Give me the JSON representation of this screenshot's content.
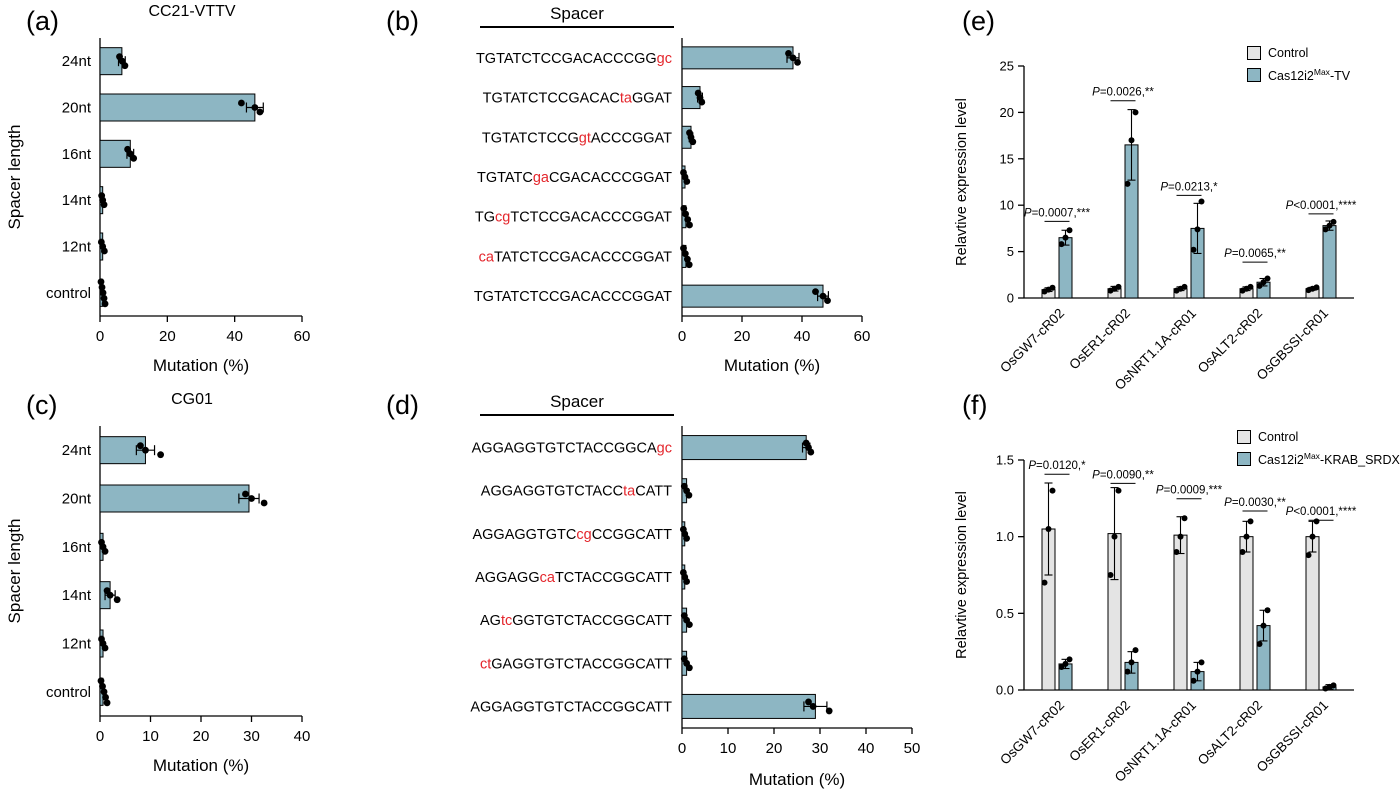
{
  "colors": {
    "bar": "#8db6c3",
    "control": "#e4e4e4",
    "mutation_red": "#e4262c",
    "ink": "#000000"
  },
  "panels": {
    "a": {
      "letter": "(a)"
    },
    "b": {
      "letter": "(b)"
    },
    "c": {
      "letter": "(c)"
    },
    "d": {
      "letter": "(d)"
    },
    "e": {
      "letter": "(e)",
      "legend": {
        "control": "Control",
        "treatment": {
          "base": "Cas12i2",
          "sup": "Max",
          "rest": "-TV"
        }
      }
    },
    "f": {
      "letter": "(f)",
      "legend": {
        "control": "Control",
        "treatment": {
          "base": "Cas12i2",
          "sup": "Max",
          "rest": "-KRAB_SRDX"
        }
      }
    }
  },
  "chart_data": [
    {
      "id": "a",
      "type": "bar",
      "orientation": "horizontal",
      "title": "CC21-VTTV",
      "xlabel": "Mutation (%)",
      "ylabel": "Spacer length",
      "xlim": [
        0,
        60
      ],
      "xticks": [
        0,
        20,
        40,
        60
      ],
      "categories": [
        "24nt",
        "20nt",
        "16nt",
        "14nt",
        "12nt",
        "control"
      ],
      "values": [
        6.5,
        46,
        9,
        0.8,
        0.8,
        0.8
      ],
      "errors": [
        1,
        2.5,
        1,
        0,
        0,
        0
      ],
      "points": [
        [
          5.8,
          6.6,
          7.4
        ],
        [
          42,
          46,
          47.5
        ],
        [
          8.2,
          9,
          10
        ],
        [
          0.5,
          0.8,
          1.2
        ],
        [
          0.4,
          0.8,
          1.3
        ],
        [
          0.3,
          0.6,
          0.9,
          1.2,
          1.5
        ]
      ]
    },
    {
      "id": "b",
      "type": "bar",
      "orientation": "horizontal",
      "header": "Spacer",
      "xlabel": "Mutation (%)",
      "xlim": [
        0,
        60
      ],
      "xticks": [
        0,
        20,
        40,
        60
      ],
      "sequences": [
        [
          [
            "TGTATCTCCGACACCCGG",
            false
          ],
          [
            "gc",
            true
          ]
        ],
        [
          [
            "TGTATCTCCGACAC",
            false
          ],
          [
            "ta",
            true
          ],
          [
            "GGAT",
            false
          ]
        ],
        [
          [
            "TGTATCTCCG",
            false
          ],
          [
            "gt",
            true
          ],
          [
            "ACCCGGAT",
            false
          ]
        ],
        [
          [
            "TGTATC",
            false
          ],
          [
            "ga",
            true
          ],
          [
            "CGACACCCGGAT",
            false
          ]
        ],
        [
          [
            "TG",
            false
          ],
          [
            "cg",
            true
          ],
          [
            "TCTCCGACACCCGGAT",
            false
          ]
        ],
        [
          [
            "ca",
            true
          ],
          [
            "TATCTCCGACACCCGGAT",
            false
          ]
        ],
        [
          [
            "TGTATCTCCGACACCCGGAT",
            false
          ]
        ]
      ],
      "values": [
        37,
        6,
        3,
        1,
        1.3,
        1.3,
        47
      ],
      "errors": [
        2,
        0.8,
        0.6,
        0,
        0,
        0,
        1.8
      ],
      "points": [
        [
          35.5,
          37,
          38.5
        ],
        [
          5.4,
          6,
          6.6
        ],
        [
          2.5,
          3,
          3.6
        ],
        [
          0.5,
          1,
          1.6
        ],
        [
          0.6,
          1.2,
          1.9,
          2.5
        ],
        [
          0.5,
          1.1,
          1.8,
          2.4
        ],
        [
          44.5,
          47,
          48.5
        ]
      ]
    },
    {
      "id": "c",
      "type": "bar",
      "orientation": "horizontal",
      "title": "CG01",
      "xlabel": "Mutation (%)",
      "ylabel": "Spacer length",
      "xlim": [
        0,
        40
      ],
      "xticks": [
        0,
        10,
        20,
        30,
        40
      ],
      "categories": [
        "24nt",
        "20nt",
        "16nt",
        "14nt",
        "12nt",
        "control"
      ],
      "values": [
        9,
        29.5,
        0.6,
        2,
        0.6,
        0.6
      ],
      "errors": [
        1.8,
        2,
        0,
        1,
        0,
        0
      ],
      "points": [
        [
          8,
          9,
          12
        ],
        [
          28.8,
          30,
          32.5
        ],
        [
          0.3,
          0.6,
          1
        ],
        [
          1.4,
          2,
          3.4
        ],
        [
          0.3,
          0.6,
          1
        ],
        [
          0.2,
          0.5,
          0.8,
          1.1,
          1.4
        ]
      ]
    },
    {
      "id": "d",
      "type": "bar",
      "orientation": "horizontal",
      "header": "Spacer",
      "xlabel": "Mutation (%)",
      "xlim": [
        0,
        50
      ],
      "xticks": [
        0,
        10,
        20,
        30,
        40,
        50
      ],
      "sequences": [
        [
          [
            "AGGAGGTGTCTACCGGCA",
            false
          ],
          [
            "gc",
            true
          ]
        ],
        [
          [
            "AGGAGGTGTCTACC",
            false
          ],
          [
            "ta",
            true
          ],
          [
            "CATT",
            false
          ]
        ],
        [
          [
            "AGGAGGTGTC",
            false
          ],
          [
            "cg",
            true
          ],
          [
            "CCGGCATT",
            false
          ]
        ],
        [
          [
            "AGGAGG",
            false
          ],
          [
            "ca",
            true
          ],
          [
            "TCTACCGGCATT",
            false
          ]
        ],
        [
          [
            "AG",
            false
          ],
          [
            "tc",
            true
          ],
          [
            "GGTGTCTACCGGCATT",
            false
          ]
        ],
        [
          [
            "ct",
            true
          ],
          [
            "GAGGTGTCTACCGGCATT",
            false
          ]
        ],
        [
          [
            "AGGAGGTGTCTACCGGCATT",
            false
          ]
        ]
      ],
      "values": [
        27,
        1,
        0.6,
        0.6,
        1,
        1,
        29
      ],
      "errors": [
        0.8,
        0,
        0,
        0,
        0,
        0,
        2.5
      ],
      "points": [
        [
          27,
          27.5,
          28
        ],
        [
          0.5,
          1,
          1.5
        ],
        [
          0.3,
          0.6,
          1
        ],
        [
          0.3,
          0.6,
          1
        ],
        [
          0.5,
          1,
          1.6
        ],
        [
          0.5,
          1,
          1.6
        ],
        [
          27.5,
          28.5,
          32
        ]
      ]
    },
    {
      "id": "e",
      "type": "bar",
      "orientation": "vertical",
      "ylabel": "Relavtive expression level",
      "ylim": [
        0,
        25
      ],
      "yticks": [
        0,
        5,
        10,
        15,
        20,
        25
      ],
      "ytick_labels": [
        "0",
        "5",
        "10",
        "15",
        "20",
        "25"
      ],
      "categories": [
        "OsGW7-cR02",
        "OsER1-cR02",
        "OsNRT1.1A-cR01",
        "OsALT2-cR02",
        "OsGBSSI-cR01"
      ],
      "series": [
        {
          "name": "Control",
          "values": [
            0.9,
            1,
            1,
            1,
            1
          ],
          "errors": [
            0.2,
            0.25,
            0.2,
            0.2,
            0.15
          ],
          "points": [
            [
              0.7,
              0.9,
              1.1
            ],
            [
              0.8,
              1,
              1.2
            ],
            [
              0.8,
              1,
              1.2
            ],
            [
              0.8,
              1,
              1.2
            ],
            [
              0.85,
              1,
              1.15
            ]
          ]
        },
        {
          "name": "Cas12i2Max-TV",
          "values": [
            6.5,
            16.5,
            7.5,
            1.7,
            7.8
          ],
          "errors": [
            0.8,
            3.8,
            2.7,
            0.4,
            0.5
          ],
          "points": [
            [
              5.8,
              6.5,
              7.3
            ],
            [
              12.3,
              17,
              20
            ],
            [
              5.2,
              7.4,
              10.4
            ],
            [
              1.3,
              1.7,
              2.1
            ],
            [
              7.4,
              7.8,
              8.2
            ]
          ]
        }
      ],
      "annotations": [
        {
          "p": "=0.0007",
          "stars": "***",
          "y": 8.8
        },
        {
          "p": "=0.0026",
          "stars": "**",
          "y": 21.8
        },
        {
          "p": "=0.0213",
          "stars": "*",
          "y": 11.6
        },
        {
          "p": "=0.0065",
          "stars": "**",
          "y": 4.4
        },
        {
          "p": "<0.0001",
          "stars": "****",
          "y": 9.6
        }
      ]
    },
    {
      "id": "f",
      "type": "bar",
      "orientation": "vertical",
      "ylabel": "Relavtive expression level",
      "ylim": [
        0,
        1.5
      ],
      "yticks": [
        0,
        0.5,
        1,
        1.5
      ],
      "ytick_labels": [
        "0.0",
        "0.5",
        "1.0",
        "1.5"
      ],
      "categories": [
        "OsGW7-cR02",
        "OsER1-cR02",
        "OsNRT1.1A-cR01",
        "OsALT2-cR02",
        "OsGBSSI-cR01"
      ],
      "series": [
        {
          "name": "Control",
          "values": [
            1.05,
            1.02,
            1.01,
            1,
            1
          ],
          "errors": [
            0.3,
            0.3,
            0.12,
            0.1,
            0.1
          ],
          "points": [
            [
              0.7,
              1.05,
              1.3
            ],
            [
              0.75,
              1,
              1.3
            ],
            [
              0.9,
              1,
              1.12
            ],
            [
              0.9,
              1,
              1.1
            ],
            [
              0.88,
              1,
              1.1
            ]
          ]
        },
        {
          "name": "Cas12i2Max-KRAB_SRDX",
          "values": [
            0.17,
            0.18,
            0.12,
            0.42,
            0.02
          ],
          "errors": [
            0.03,
            0.07,
            0.06,
            0.1,
            0.015
          ],
          "points": [
            [
              0.15,
              0.17,
              0.2
            ],
            [
              0.12,
              0.18,
              0.26
            ],
            [
              0.06,
              0.12,
              0.18
            ],
            [
              0.3,
              0.42,
              0.52
            ],
            [
              0.01,
              0.02,
              0.03
            ]
          ]
        }
      ],
      "annotations": [
        {
          "p": "=0.0120",
          "stars": "*",
          "y": 1.44
        },
        {
          "p": "=0.0090",
          "stars": "**",
          "y": 1.38
        },
        {
          "p": "=0.0009",
          "stars": "***",
          "y": 1.28
        },
        {
          "p": "=0.0030",
          "stars": "**",
          "y": 1.2
        },
        {
          "p": "<0.0001",
          "stars": "****",
          "y": 1.14
        }
      ]
    }
  ]
}
